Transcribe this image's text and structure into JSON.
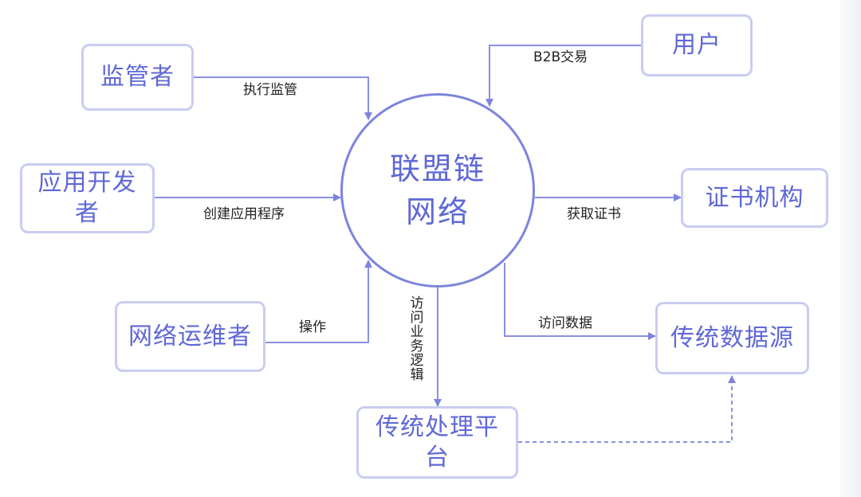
{
  "hub": {
    "label": "联盟链网络"
  },
  "nodes": {
    "regulator": "监管者",
    "app_developer": "应用开发者",
    "network_operator": "网络运维者",
    "user": "用户",
    "cert_authority": "证书机构",
    "legacy_data_source": "传统数据源",
    "legacy_platform": "传统处理平台"
  },
  "edges": {
    "supervise": "执行监管",
    "create_app": "创建应用程序",
    "operate": "操作",
    "b2b_trade": "B2B交易",
    "get_cert": "获取证书",
    "access_data": "访问数据",
    "access_logic": "访问业务逻辑"
  },
  "colors": {
    "line": "#8a90e0",
    "node_border": "#c9cdf1",
    "hub_border": "#7d84dc",
    "text": "#5f68d6"
  }
}
